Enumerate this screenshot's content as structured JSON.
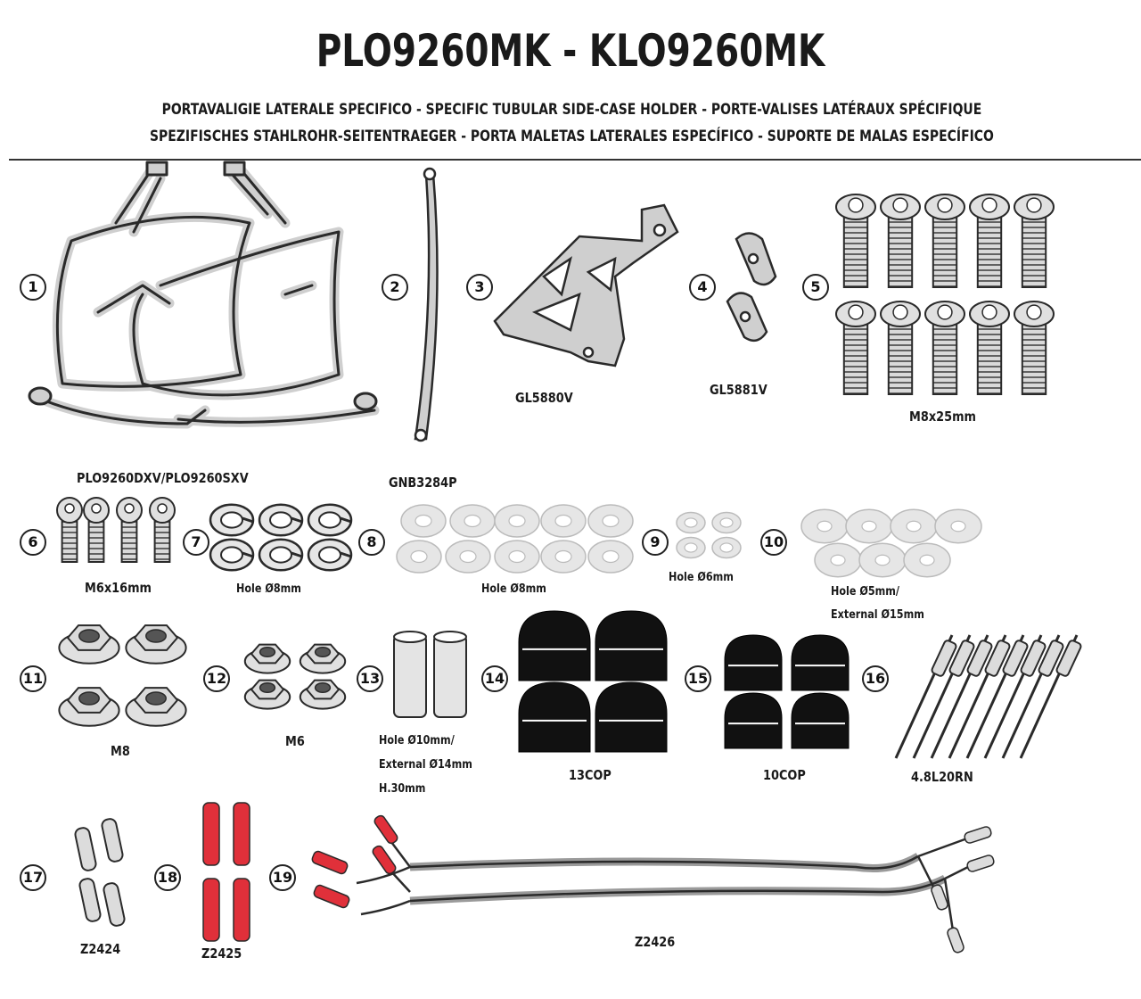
{
  "header": {
    "title": "PLO9260MK - KLO9260MK",
    "subtitle_line1": "PORTAVALIGIE LATERALE SPECIFICO  -  SPECIFIC TUBULAR SIDE-CASE HOLDER  - PORTE-VALISES LATÉRAUX SPÉCIFIQUE",
    "subtitle_line2": "SPEZIFISCHES STAHLROHR-SEITENTRAEGER - PORTA MALETAS LATERALES ESPECÍFICO - SUPORTE DE MALAS ESPECÍFICO"
  },
  "parts": [
    {
      "num": "1",
      "label": "PLO9260DXV/PLO9260SXV"
    },
    {
      "num": "2",
      "label": "GNB3284P"
    },
    {
      "num": "3",
      "label": "GL5880V"
    },
    {
      "num": "4",
      "label": "GL5881V"
    },
    {
      "num": "5",
      "label": "M8x25mm"
    },
    {
      "num": "6",
      "label": "M6x16mm"
    },
    {
      "num": "7",
      "label": "Hole Ø8mm"
    },
    {
      "num": "8",
      "label": "Hole Ø8mm"
    },
    {
      "num": "9",
      "label": "Hole Ø6mm"
    },
    {
      "num": "10",
      "label": "Hole Ø5mm/",
      "label2": "External Ø15mm"
    },
    {
      "num": "11",
      "label": "M8"
    },
    {
      "num": "12",
      "label": "M6"
    },
    {
      "num": "13",
      "label": "Hole Ø10mm/",
      "label2": "External Ø14mm",
      "label3": "H.30mm"
    },
    {
      "num": "14",
      "label": "13COP"
    },
    {
      "num": "15",
      "label": "10COP"
    },
    {
      "num": "16",
      "label": "4.8L20RN"
    },
    {
      "num": "17",
      "label": "Z2424"
    },
    {
      "num": "18",
      "label": "Z2425"
    },
    {
      "num": "19",
      "label": "Z2426"
    }
  ],
  "colors": {
    "metal_fill": "#cfcfcf",
    "outline": "#2a2a2a",
    "cap_black": "#111111",
    "connector_red": "#e0303a",
    "washer_fill": "#e6e6e6"
  }
}
